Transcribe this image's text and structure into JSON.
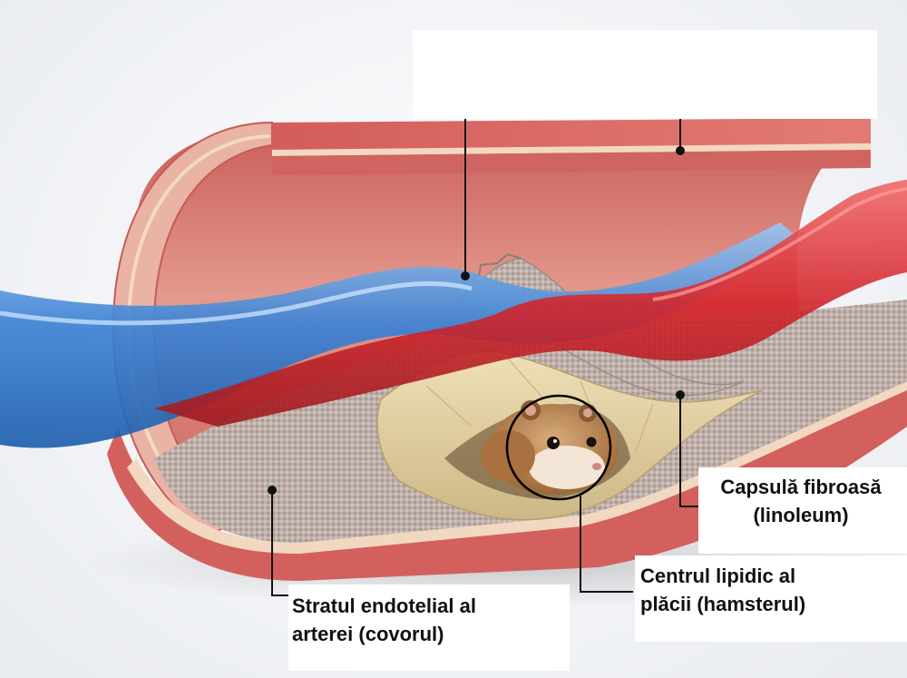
{
  "labels": {
    "fibrous_cap_title": "Capsulă fibroasă",
    "fibrous_cap_note": "(linoleum)",
    "lipid_core_line1": "Centrul lipidic al",
    "lipid_core_line2": "plăcii (hamsterul)",
    "endothelial_line1": "Stratul endotelial al",
    "endothelial_line2": "arterei (covorul)"
  },
  "colors": {
    "artery_wall": "#d96a66",
    "blood_red": "#d3252c",
    "blood_blue": "#3a7fd0",
    "carpet": "#b9aaa4",
    "linoleum": "#e3cf9f",
    "hamster": "#b8804a",
    "leader_line": "#111111"
  }
}
